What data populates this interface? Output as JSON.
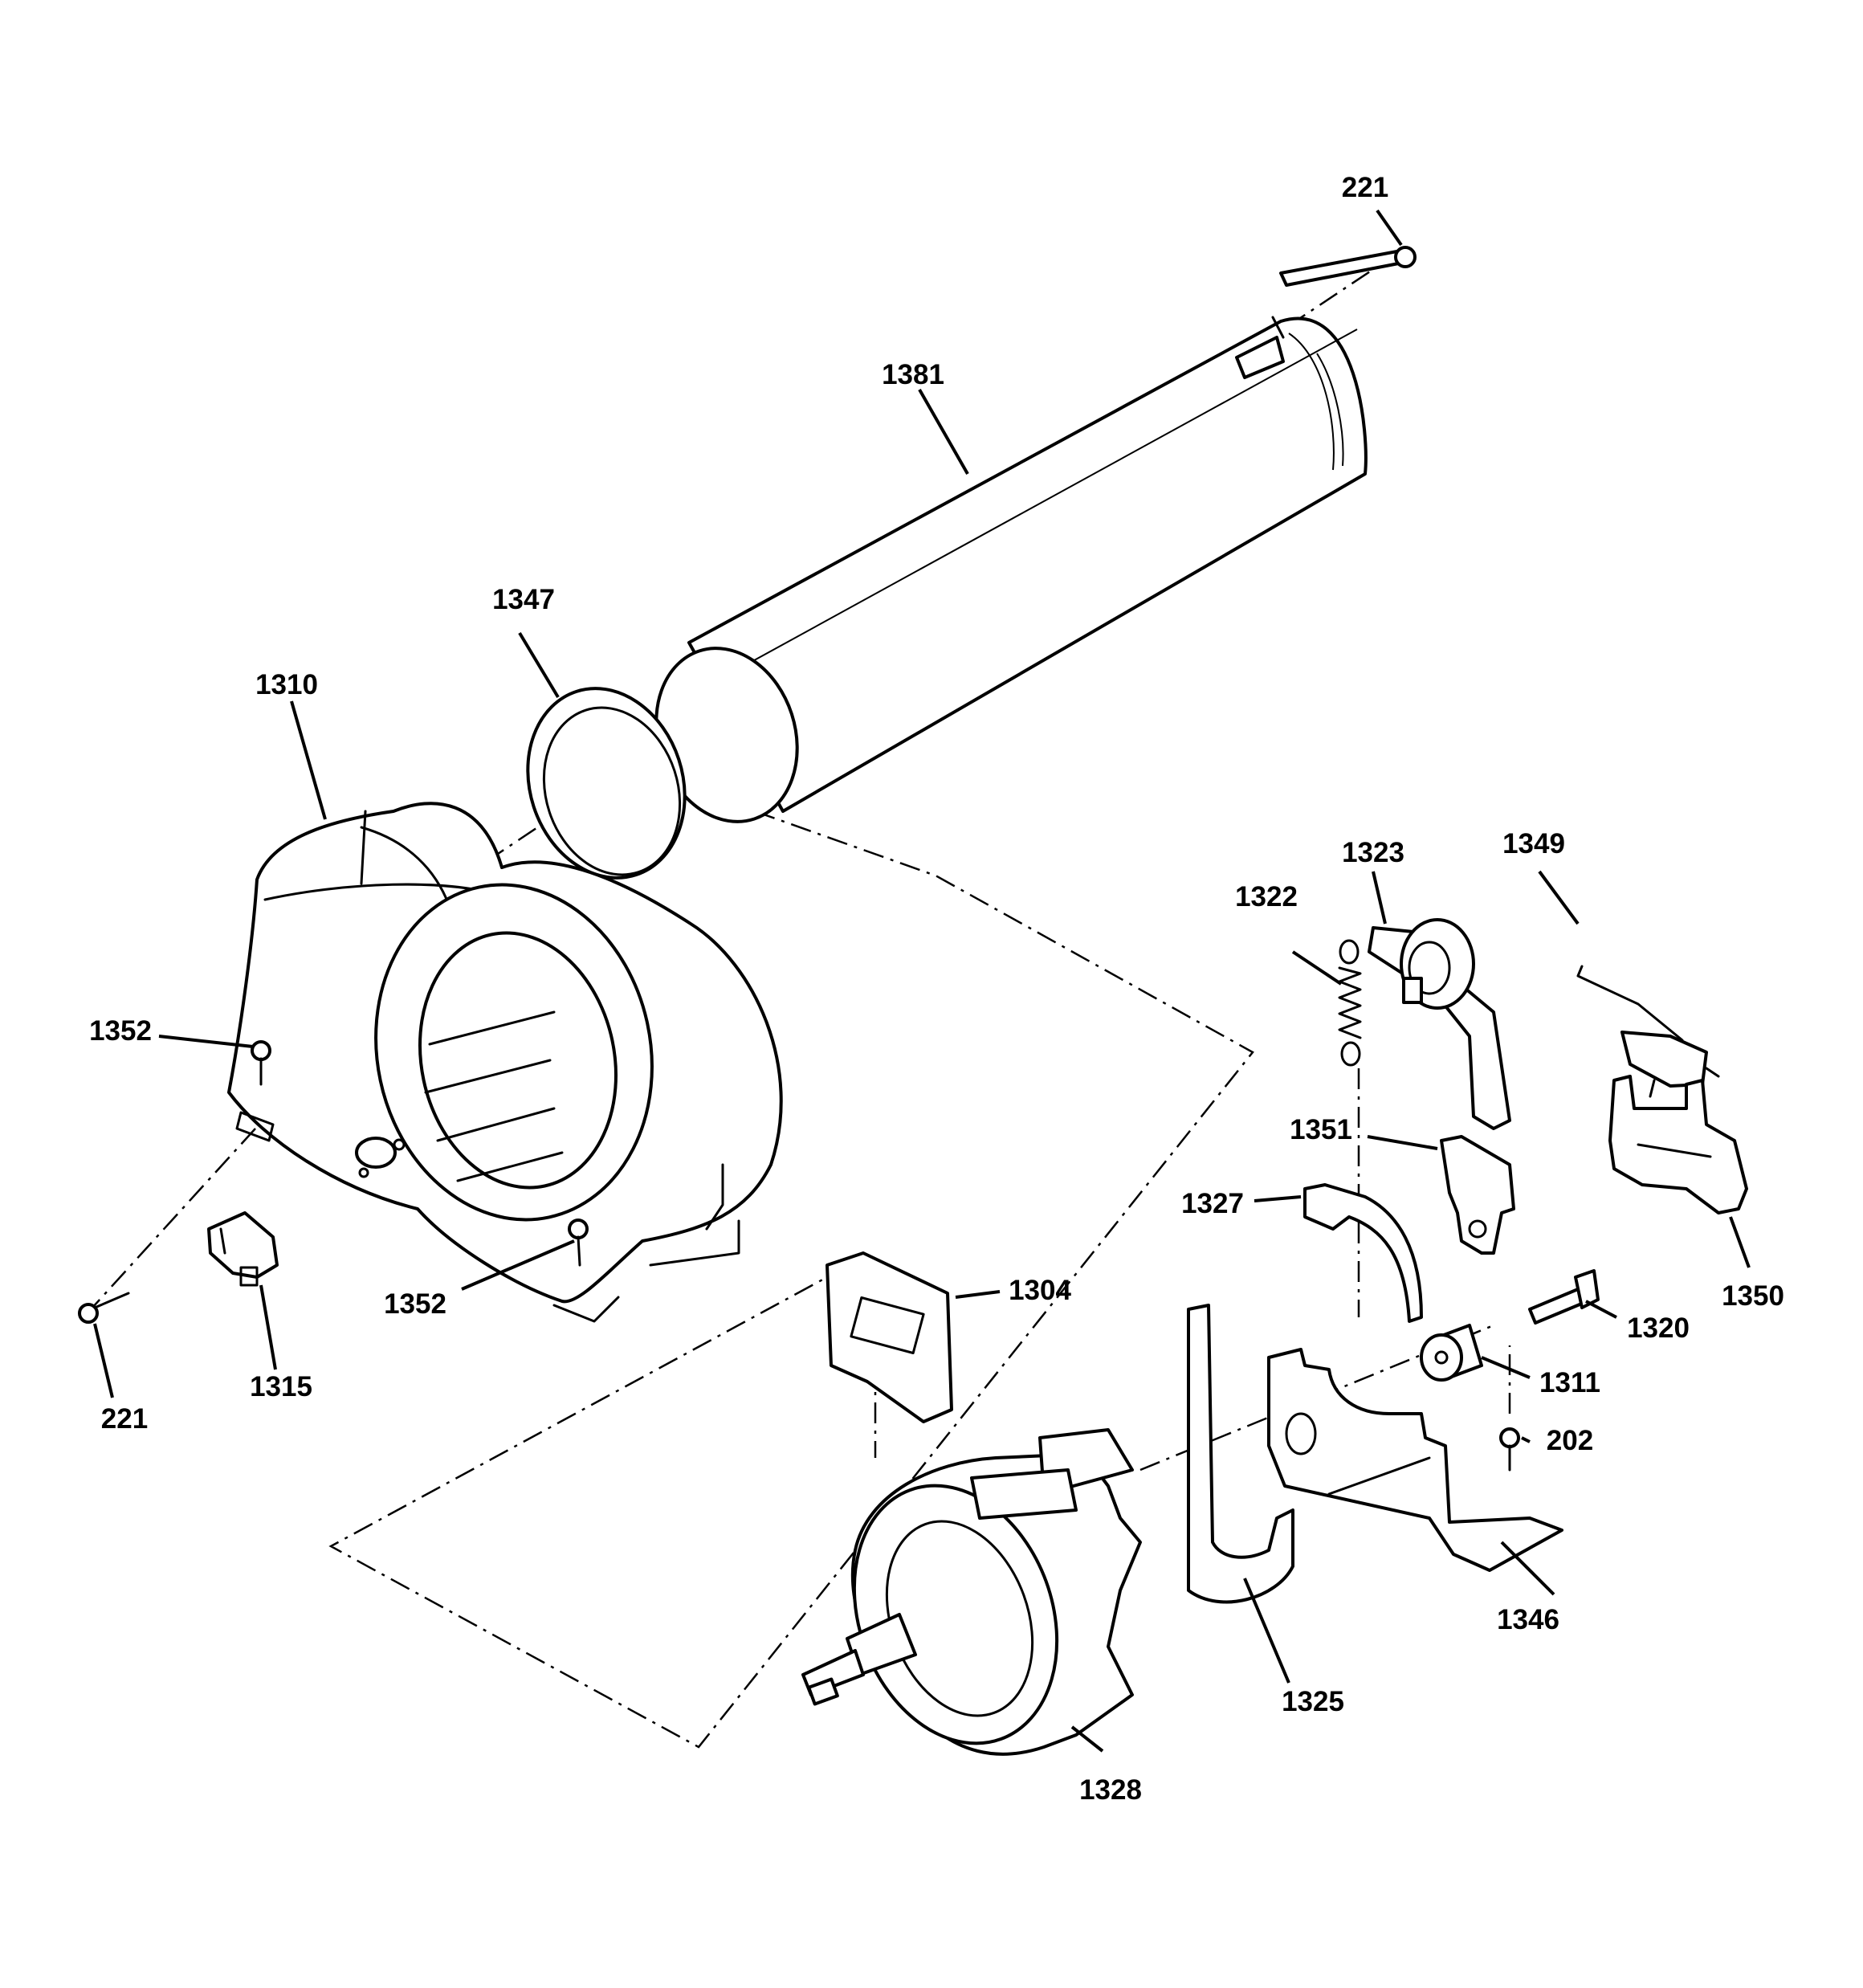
{
  "diagram": {
    "callouts": {
      "c221_top": "221",
      "c1381": "1381",
      "c1347": "1347",
      "c1310": "1310",
      "c1352_left": "1352",
      "c1352_mid": "1352",
      "c221_left": "221",
      "c1315": "1315",
      "c1304": "1304",
      "c1328": "1328",
      "c1322": "1322",
      "c1323": "1323",
      "c1349": "1349",
      "c1351": "1351",
      "c1327": "1327",
      "c1350": "1350",
      "c1320": "1320",
      "c1311": "1311",
      "c202": "202",
      "c1346": "1346",
      "c1325": "1325"
    },
    "colors": {
      "line": "#000000",
      "background": "#ffffff"
    }
  }
}
